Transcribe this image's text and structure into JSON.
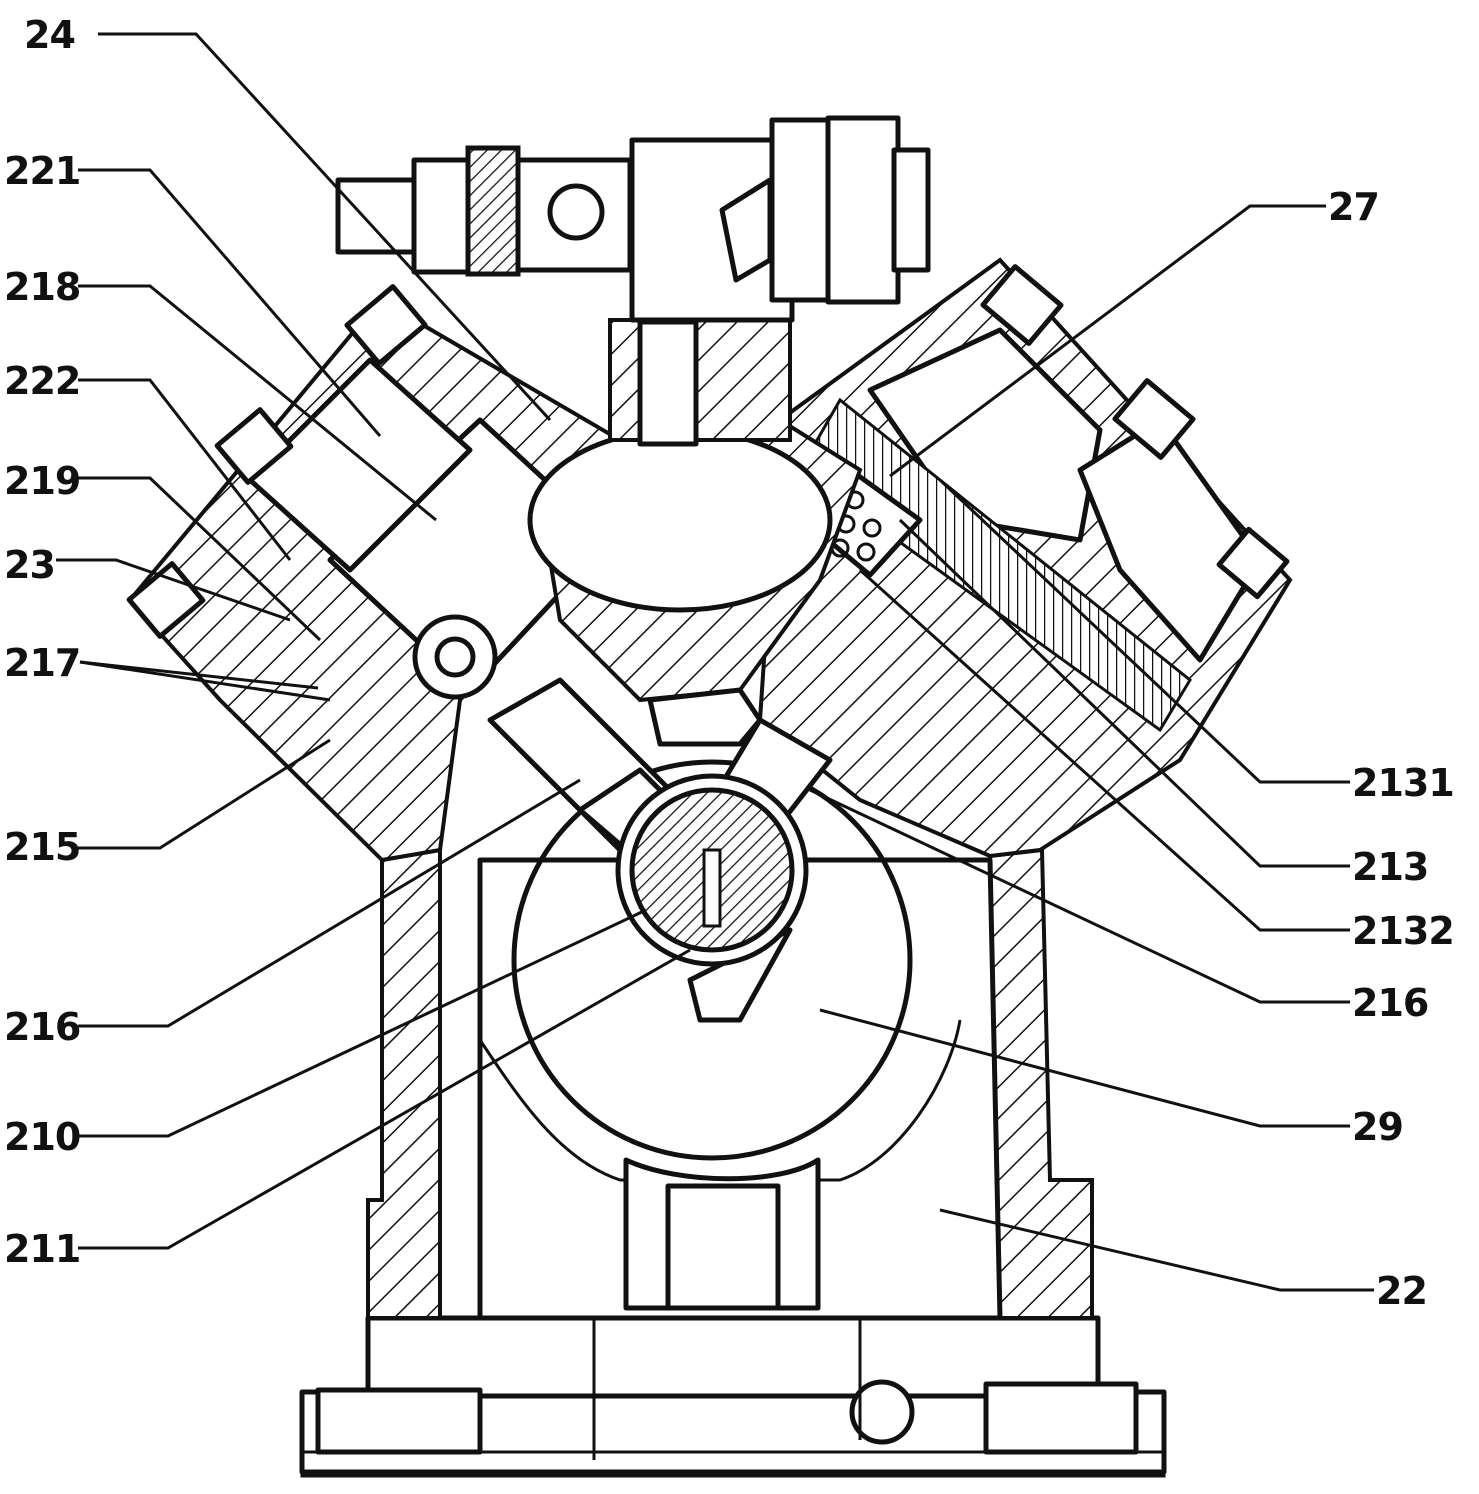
{
  "figure": {
    "colors": {
      "ink": "#111111",
      "paper": "#ffffff"
    },
    "callouts": [
      {
        "id": "24",
        "text": "24"
      },
      {
        "id": "221",
        "text": "221"
      },
      {
        "id": "218",
        "text": "218"
      },
      {
        "id": "222",
        "text": "222"
      },
      {
        "id": "219",
        "text": "219"
      },
      {
        "id": "23",
        "text": "23"
      },
      {
        "id": "217",
        "text": "217"
      },
      {
        "id": "215",
        "text": "215"
      },
      {
        "id": "216-left",
        "text": "216"
      },
      {
        "id": "210",
        "text": "210"
      },
      {
        "id": "211",
        "text": "211"
      },
      {
        "id": "27",
        "text": "27"
      },
      {
        "id": "2131",
        "text": "2131"
      },
      {
        "id": "213",
        "text": "213"
      },
      {
        "id": "2132",
        "text": "2132"
      },
      {
        "id": "216-right",
        "text": "216"
      },
      {
        "id": "29",
        "text": "29"
      },
      {
        "id": "22",
        "text": "22"
      }
    ]
  }
}
